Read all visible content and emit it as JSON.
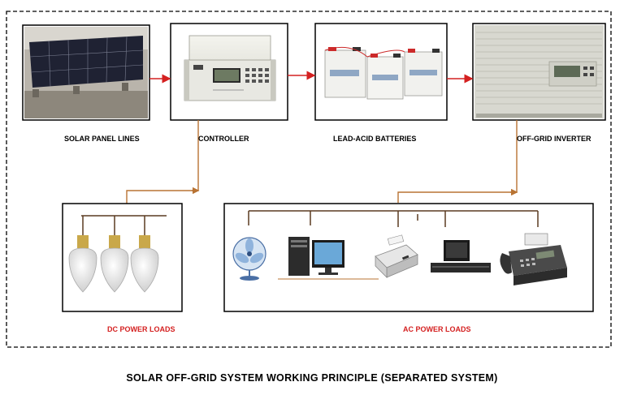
{
  "components": {
    "solar_panel": {
      "label": "SOLAR PANEL LINES"
    },
    "controller": {
      "label": "CONTROLLER"
    },
    "batteries": {
      "label": "LEAD-ACID BATTERIES"
    },
    "inverter": {
      "label": "OFF-GRID INVERTER"
    }
  },
  "loads": {
    "dc": {
      "label": "DC POWER LOADS"
    },
    "ac": {
      "label": "AC POWER LOADS"
    }
  },
  "title": "SOLAR OFF-GRID SYSTEM WORKING PRINCIPLE  (SEPARATED SYSTEM)",
  "colors": {
    "arrow": "#d42020",
    "wire": "#b87333",
    "frame": "#000000",
    "load_label": "#d42020"
  },
  "icons": [
    "solar-panel-icon",
    "controller-icon",
    "battery-icon",
    "inverter-icon",
    "light-bulb-icon",
    "fan-icon",
    "desktop-computer-icon",
    "printer-icon",
    "tv-set-icon",
    "fax-machine-icon"
  ]
}
